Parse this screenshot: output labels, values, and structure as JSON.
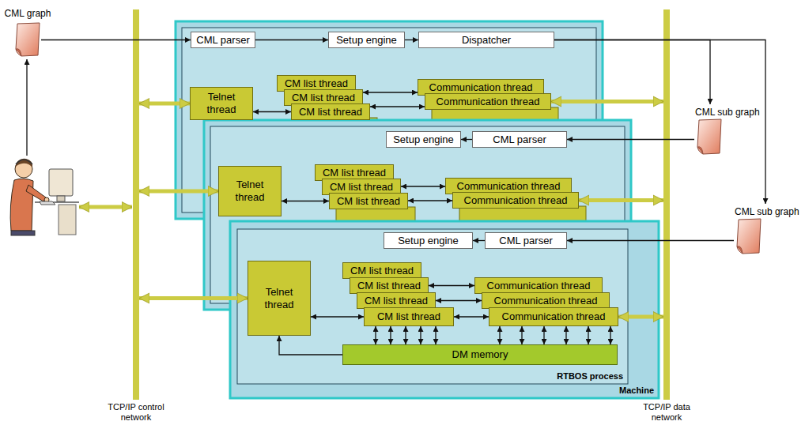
{
  "diagram": {
    "nodes": [
      {
        "text": [
          "CML graph"
        ]
      },
      {
        "text": []
      },
      {
        "text": [
          "CML parser"
        ],
        "in": 1
      },
      {
        "text": [
          "Setup engine"
        ],
        "in": 1
      },
      {
        "text": [
          "Dispatcher"
        ],
        "in": 1
      },
      {
        "text": [
          "Telnet thread"
        ],
        "in": 1
      },
      {
        "text": [
          "CM list thread"
        ],
        "in": 1
      },
      {
        "text": [
          "CM list thread"
        ],
        "in": 1
      },
      {
        "text": [
          "CM list thread"
        ],
        "in": 1
      },
      {
        "text": [
          "Communication thread"
        ],
        "in": 1
      },
      {
        "text": [
          "Communication thread"
        ],
        "in": 1
      },
      {
        "text": [
          "TCP/IP control network"
        ]
      },
      {
        "text": [
          "TCP/IP data network"
        ]
      },
      {
        "text": [
          "CML sub graph"
        ]
      },
      {
        "text": []
      },
      {
        "text": [
          "Setup engine"
        ],
        "in": 14
      },
      {
        "text": [
          "CML parser"
        ],
        "in": 14
      },
      {
        "text": [
          "Telnet thread"
        ],
        "in": 14
      },
      {
        "text": [
          "CM list thread"
        ],
        "in": 14
      },
      {
        "text": [
          "CM list thread"
        ],
        "in": 14
      },
      {
        "text": [
          "CM list thread"
        ],
        "in": 14
      },
      {
        "text": [
          "Communication thread"
        ],
        "in": 14
      },
      {
        "text": [
          "Communication thread"
        ],
        "in": 14
      },
      {
        "text": [
          "CML sub graph"
        ]
      },
      {
        "text": [
          "Machine"
        ]
      },
      {
        "text": [
          "RTBOS process"
        ],
        "in": 24
      },
      {
        "text": [
          "Setup engine"
        ],
        "in": 25
      },
      {
        "text": [
          "CML parser"
        ],
        "in": 25
      },
      {
        "text": [
          "Telnet thread"
        ],
        "in": 25
      },
      {
        "text": [
          "CM list thread"
        ],
        "in": 25
      },
      {
        "text": [
          "CM list thread"
        ],
        "in": 25
      },
      {
        "text": [
          "CM list thread"
        ],
        "in": 25
      },
      {
        "text": [
          "CM list thread"
        ],
        "in": 25
      },
      {
        "text": [
          "Communication thread"
        ],
        "in": 25
      },
      {
        "text": [
          "Communication thread"
        ],
        "in": 25
      },
      {
        "text": [
          "Communication thread"
        ],
        "in": 25
      },
      {
        "text": [
          "DM memory"
        ],
        "in": 25
      }
    ],
    "edges": [
      {
        "from": 0,
        "to": 2,
        "arrow": "to"
      },
      {
        "from": 2,
        "to": 3,
        "arrow": "to"
      },
      {
        "from": 3,
        "to": 4,
        "arrow": "to"
      },
      {
        "from": 4,
        "to": 13,
        "arrow": "to"
      },
      {
        "from": 4,
        "to": 23,
        "arrow": "to"
      },
      {
        "from": 11,
        "to": 5,
        "arrow": "both"
      },
      {
        "from": 5,
        "to": 8,
        "arrow": "both"
      },
      {
        "from": 7,
        "to": 9,
        "arrow": "both"
      },
      {
        "from": 8,
        "to": 10,
        "arrow": "both"
      },
      {
        "from": 10,
        "to": 12,
        "arrow": "both"
      },
      {
        "from": 13,
        "to": 16,
        "arrow": "to"
      },
      {
        "from": 16,
        "to": 15,
        "arrow": "to"
      },
      {
        "from": 11,
        "to": 17,
        "arrow": "both"
      },
      {
        "from": 17,
        "to": 20,
        "arrow": "both"
      },
      {
        "from": 19,
        "to": 21,
        "arrow": "both"
      },
      {
        "from": 20,
        "to": 22,
        "arrow": "both"
      },
      {
        "from": 22,
        "to": 12,
        "arrow": "both"
      },
      {
        "from": 23,
        "to": 27,
        "arrow": "to"
      },
      {
        "from": 27,
        "to": 26,
        "arrow": "to"
      },
      {
        "from": 11,
        "to": 28,
        "arrow": "both"
      },
      {
        "from": 28,
        "to": 32,
        "arrow": "both"
      },
      {
        "from": 30,
        "to": 33,
        "arrow": "both"
      },
      {
        "from": 31,
        "to": 34,
        "arrow": "both"
      },
      {
        "from": 32,
        "to": 35,
        "arrow": "both"
      },
      {
        "from": 35,
        "to": 12,
        "arrow": "both"
      },
      {
        "from": 36,
        "to": 28,
        "arrow": "to"
      },
      {
        "from": 32,
        "to": 36,
        "arrow": "both"
      },
      {
        "from": 32,
        "to": 36,
        "arrow": "both"
      },
      {
        "from": 32,
        "to": 36,
        "arrow": "both"
      },
      {
        "from": 32,
        "to": 36,
        "arrow": "both"
      },
      {
        "from": 32,
        "to": 36,
        "arrow": "both"
      },
      {
        "from": 35,
        "to": 36,
        "arrow": "both"
      },
      {
        "from": 35,
        "to": 36,
        "arrow": "both"
      },
      {
        "from": 35,
        "to": 36,
        "arrow": "both"
      },
      {
        "from": 35,
        "to": 36,
        "arrow": "both"
      },
      {
        "from": 35,
        "to": 36,
        "arrow": "both"
      },
      {
        "from": 35,
        "to": 36,
        "arrow": "both"
      }
    ]
  }
}
